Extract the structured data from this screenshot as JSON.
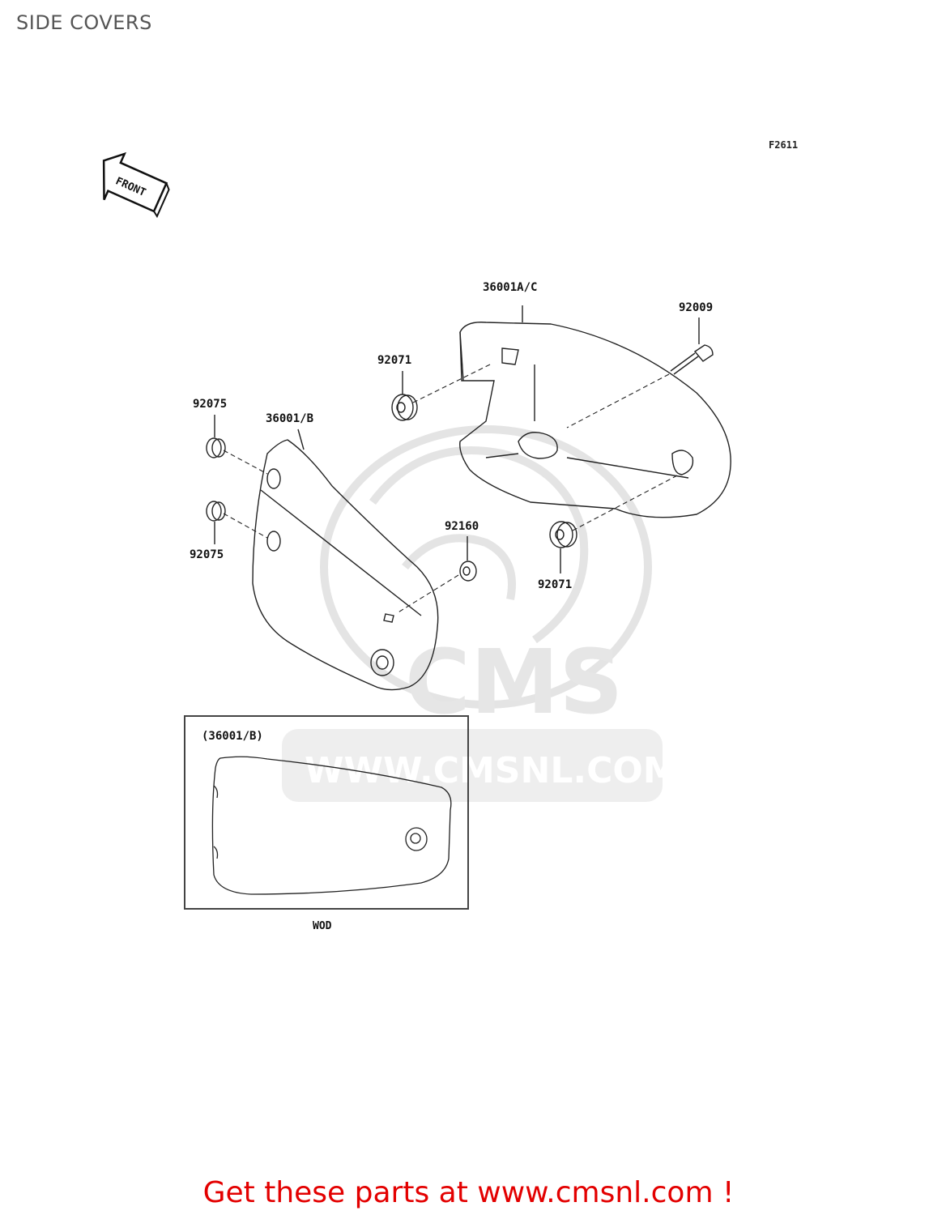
{
  "page": {
    "title": "SIDE COVERS",
    "diagram_code": "F2611",
    "variant_code": "WOD",
    "footer_link": "Get these parts at www.cmsnl.com !"
  },
  "front_arrow": {
    "label": "FRONT"
  },
  "watermark": {
    "text": "CMS",
    "url": "WWW.CMSNL.COM"
  },
  "callouts": {
    "c36001ac": "36001A/C",
    "c92009": "92009",
    "c92071_top": "92071",
    "c92075_top": "92075",
    "c36001b": "36001/B",
    "c92075_bottom": "92075",
    "c92160": "92160",
    "c92071_bottom": "92071"
  },
  "inset": {
    "label": "(36001/B)"
  },
  "colors": {
    "footer": "#e30000",
    "line": "#222222",
    "watermark": "#e6e6e6"
  }
}
